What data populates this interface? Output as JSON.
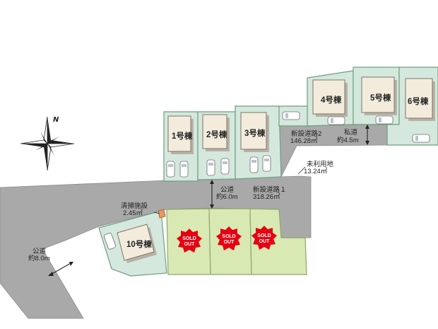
{
  "compass": {
    "north_label": "N",
    "icon": "compass-rose-icon"
  },
  "houses": [
    {
      "id": "h1",
      "label": "1号棟"
    },
    {
      "id": "h2",
      "label": "2号棟"
    },
    {
      "id": "h3",
      "label": "3号棟"
    },
    {
      "id": "h4",
      "label": "4号棟"
    },
    {
      "id": "h5",
      "label": "5号棟"
    },
    {
      "id": "h6",
      "label": "6号棟"
    },
    {
      "id": "h10",
      "label": "10号棟"
    }
  ],
  "sold_badges": [
    {
      "line1": "SOLD",
      "line2": "OUT"
    },
    {
      "line1": "SOLD",
      "line2": "OUT"
    },
    {
      "line1": "SOLD",
      "line2": "OUT"
    }
  ],
  "roads": {
    "new_road_1": {
      "name": "新設道路１",
      "area": "318.26㎡"
    },
    "new_road_2": {
      "name": "新設道路2",
      "area": "146.28㎡"
    },
    "private_road": {
      "name": "私道",
      "width": "約4.5m"
    },
    "public_road_center": {
      "name": "公道",
      "width": "約6.0m"
    },
    "public_road_left": {
      "name": "公道",
      "width": "約8.0m"
    }
  },
  "facilities": {
    "cleaning": {
      "name": "清掃施設",
      "area": "2.45㎡"
    },
    "unused_land": {
      "name": "未利用地",
      "area": "13.24㎡"
    }
  },
  "colors": {
    "lot_green": "#d5e8dd",
    "sold_lot_green": "#d9e9b3",
    "road_gray": "#a9a9a9",
    "sold_red": "#e60012"
  }
}
